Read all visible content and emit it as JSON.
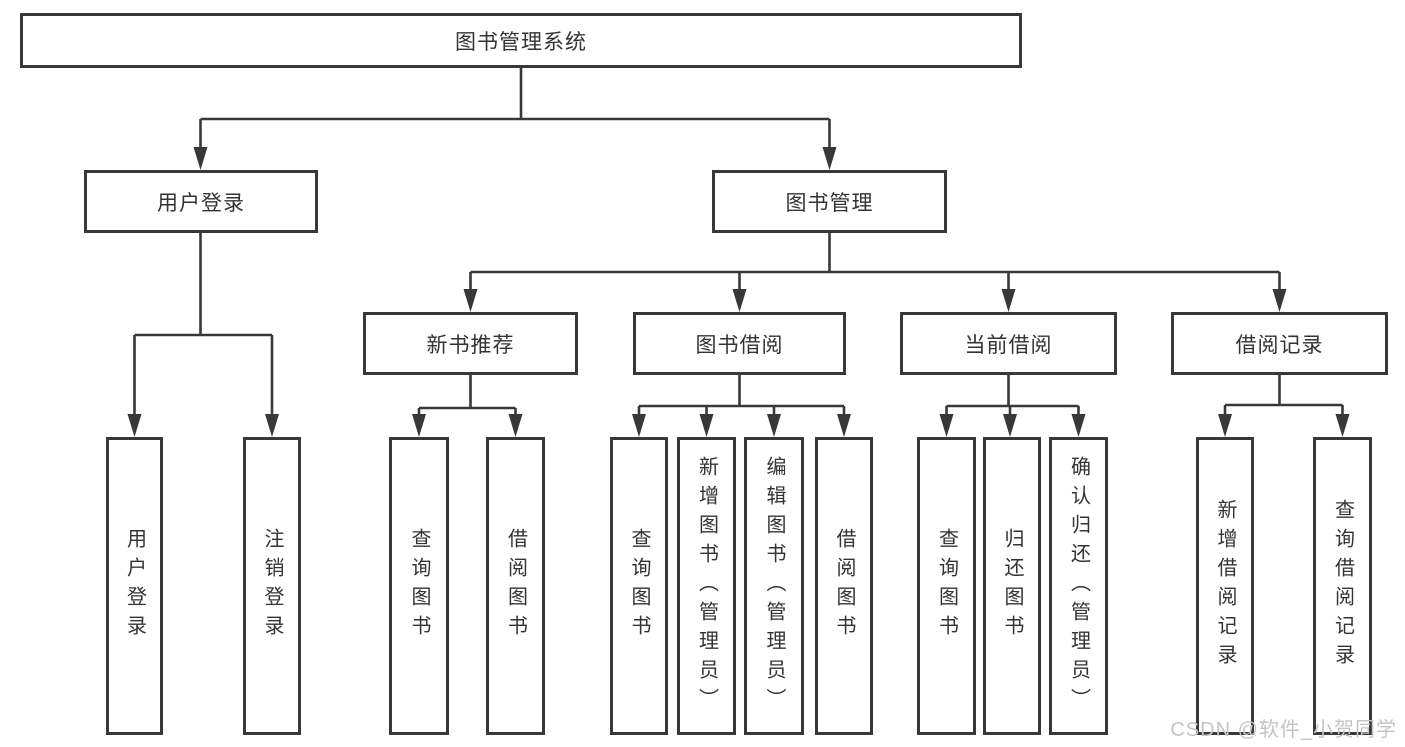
{
  "tree": {
    "root": {
      "label": "图书管理系统",
      "children": [
        {
          "label": "用户登录",
          "children": [
            {
              "label": "用户登录"
            },
            {
              "label": "注销登录"
            }
          ]
        },
        {
          "label": "图书管理",
          "children": [
            {
              "label": "新书推荐",
              "children": [
                {
                  "label": "查询图书"
                },
                {
                  "label": "借阅图书"
                }
              ]
            },
            {
              "label": "图书借阅",
              "children": [
                {
                  "label": "查询图书"
                },
                {
                  "label": "新增图书（管理员）"
                },
                {
                  "label": "编辑图书（管理员）"
                },
                {
                  "label": "借阅图书"
                }
              ]
            },
            {
              "label": "当前借阅",
              "children": [
                {
                  "label": "查询图书"
                },
                {
                  "label": "归还图书"
                },
                {
                  "label": "确认归还（管理员）"
                }
              ]
            },
            {
              "label": "借阅记录",
              "children": [
                {
                  "label": "新增借阅记录"
                },
                {
                  "label": "查询借阅记录"
                }
              ]
            }
          ]
        }
      ]
    }
  },
  "watermark": "CSDN @软件_小贺同学",
  "colors": {
    "line": "#383838",
    "text": "#333333",
    "watermark": "#c4c4c4",
    "background": "#ffffff"
  }
}
